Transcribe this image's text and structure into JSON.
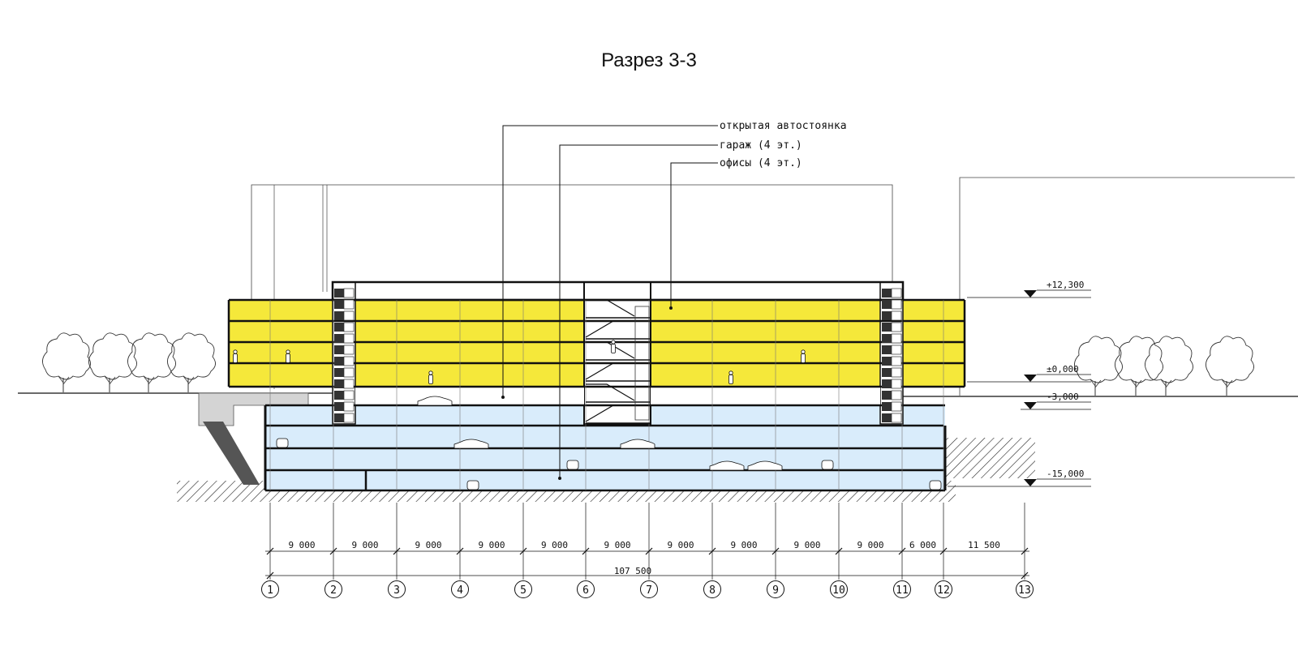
{
  "drawing": {
    "title": "Разрез 3-3",
    "callouts": {
      "open_parking": "открытая автостоянка",
      "garage": "гараж (4 эт.)",
      "offices": "офисы (4 эт.)"
    },
    "levels": [
      {
        "id": "top",
        "label": "+12,300"
      },
      {
        "id": "ground",
        "label": "±0,000"
      },
      {
        "id": "minus3",
        "label": "-3,000"
      },
      {
        "id": "bottom",
        "label": "-15,000"
      }
    ],
    "axes": [
      "1",
      "2",
      "3",
      "4",
      "5",
      "6",
      "7",
      "8",
      "9",
      "10",
      "11",
      "12",
      "13"
    ],
    "spans": [
      "9 000",
      "9 000",
      "9 000",
      "9 000",
      "9 000",
      "9 000",
      "9 000",
      "9 000",
      "9 000",
      "9 000",
      "6 000",
      "11 500"
    ],
    "total_length": "107 500",
    "colors": {
      "office": "#f5e83a",
      "garage": "#d9ecfb",
      "ramp": "#d4d4d4",
      "line": "#111111"
    }
  }
}
